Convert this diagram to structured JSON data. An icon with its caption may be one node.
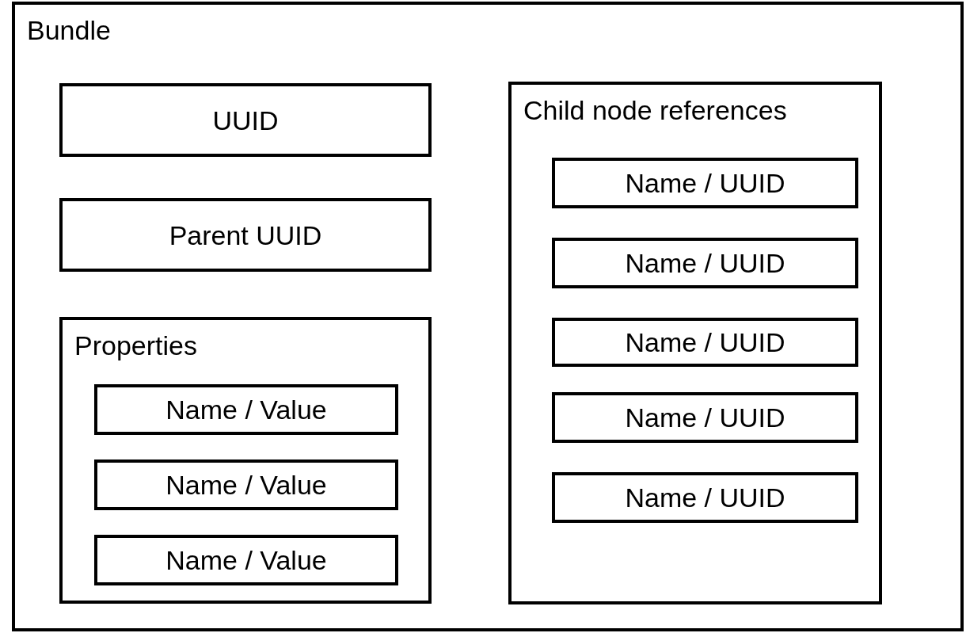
{
  "diagram": {
    "nodes": [
      {
        "text": [
          "Bundle"
        ]
      },
      {
        "text": [
          "UUID"
        ],
        "in": 0
      },
      {
        "text": [
          "Parent UUID"
        ],
        "in": 0
      },
      {
        "text": [
          "Properties"
        ],
        "in": 0
      },
      {
        "text": [
          "Name / Value"
        ],
        "in": 3
      },
      {
        "text": [
          "Name / Value"
        ],
        "in": 3
      },
      {
        "text": [
          "Name / Value"
        ],
        "in": 3
      },
      {
        "text": [
          "Child node references"
        ],
        "in": 0
      },
      {
        "text": [
          "Name / UUID"
        ],
        "in": 7
      },
      {
        "text": [
          "Name / UUID"
        ],
        "in": 7
      },
      {
        "text": [
          "Name / UUID"
        ],
        "in": 7
      },
      {
        "text": [
          "Name / UUID"
        ],
        "in": 7
      },
      {
        "text": [
          "Name / UUID"
        ],
        "in": 7
      }
    ]
  }
}
